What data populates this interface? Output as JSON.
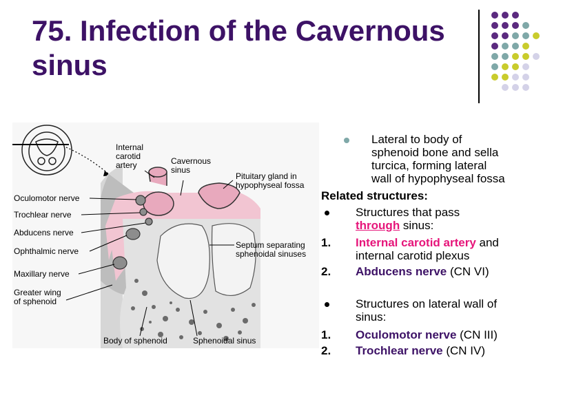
{
  "slide": {
    "title": "75. Infection of the Cavernous sinus",
    "colors": {
      "title": "#3d1266",
      "pink": "#e6157a",
      "purple_dot": "#5b2a7f",
      "teal_dot": "#7fa8a8",
      "yellow_dot": "#c9cc2c",
      "lavender_dot": "#d4d2e8"
    }
  },
  "figure": {
    "labels": {
      "internal_carotid": "Internal carotid artery",
      "internal_carotid_l1": "Internal",
      "internal_carotid_l2": "carotid",
      "internal_carotid_l3": "artery",
      "cavernous_l1": "Cavernous",
      "cavernous_l2": "sinus",
      "pituitary_l1": "Pituitary gland in",
      "pituitary_l2": "hypophyseal fossa",
      "oculomotor": "Oculomotor nerve",
      "trochlear": "Trochlear nerve",
      "abducens": "Abducens nerve",
      "ophthalmic": "Ophthalmic nerve",
      "maxillary": "Maxillary nerve",
      "greater_wing_l1": "Greater wing",
      "greater_wing_l2": "of sphenoid",
      "septum_l1": "Septum separating",
      "septum_l2": "sphenoidal sinuses",
      "body": "Body of sphenoid",
      "sphenoidal": "Sphenoidal sinus"
    }
  },
  "content": {
    "lateral_l1": "Lateral to body of",
    "lateral_l2": "sphenoid bone and sella",
    "lateral_l3": "turcica, forming lateral",
    "lateral_l4": "wall of hypophyseal fossa",
    "related": "Related structures:",
    "pass_l1": "Structures that pass",
    "pass_through": "through",
    "pass_sinus": " sinus:",
    "n1": "1.",
    "ica_name": "Internal carotid artery",
    "ica_and": " and",
    "ica_l2": "internal carotid plexus",
    "n2": "2.",
    "abducens_name": "Abducens nerve",
    "abducens_cn": " (CN VI)",
    "lateral_wall_l1": "Structures on lateral wall of",
    "lateral_wall_l2": "sinus:",
    "oculo_name": "Oculomotor nerve",
    "oculo_cn": " (CN III)",
    "troch_name": "Trochlear nerve",
    "troch_cn": " (CN IV)"
  }
}
